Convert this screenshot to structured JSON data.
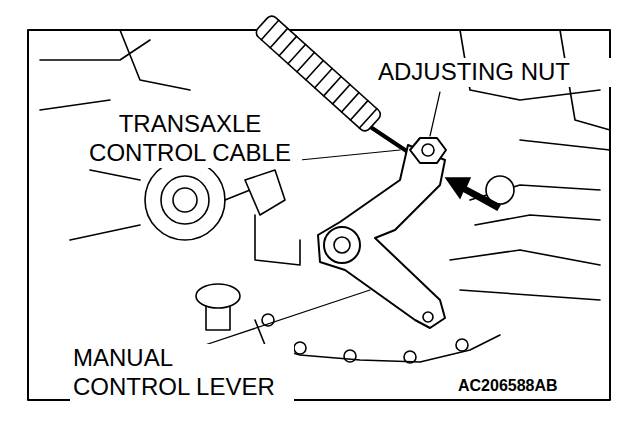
{
  "diagram": {
    "labels": [
      "ADJUSTING NUT",
      "TRANSAXLE CONTROL CABLE",
      "MANUAL CONTROL LEVER",
      "AC206588AB"
    ]
  }
}
